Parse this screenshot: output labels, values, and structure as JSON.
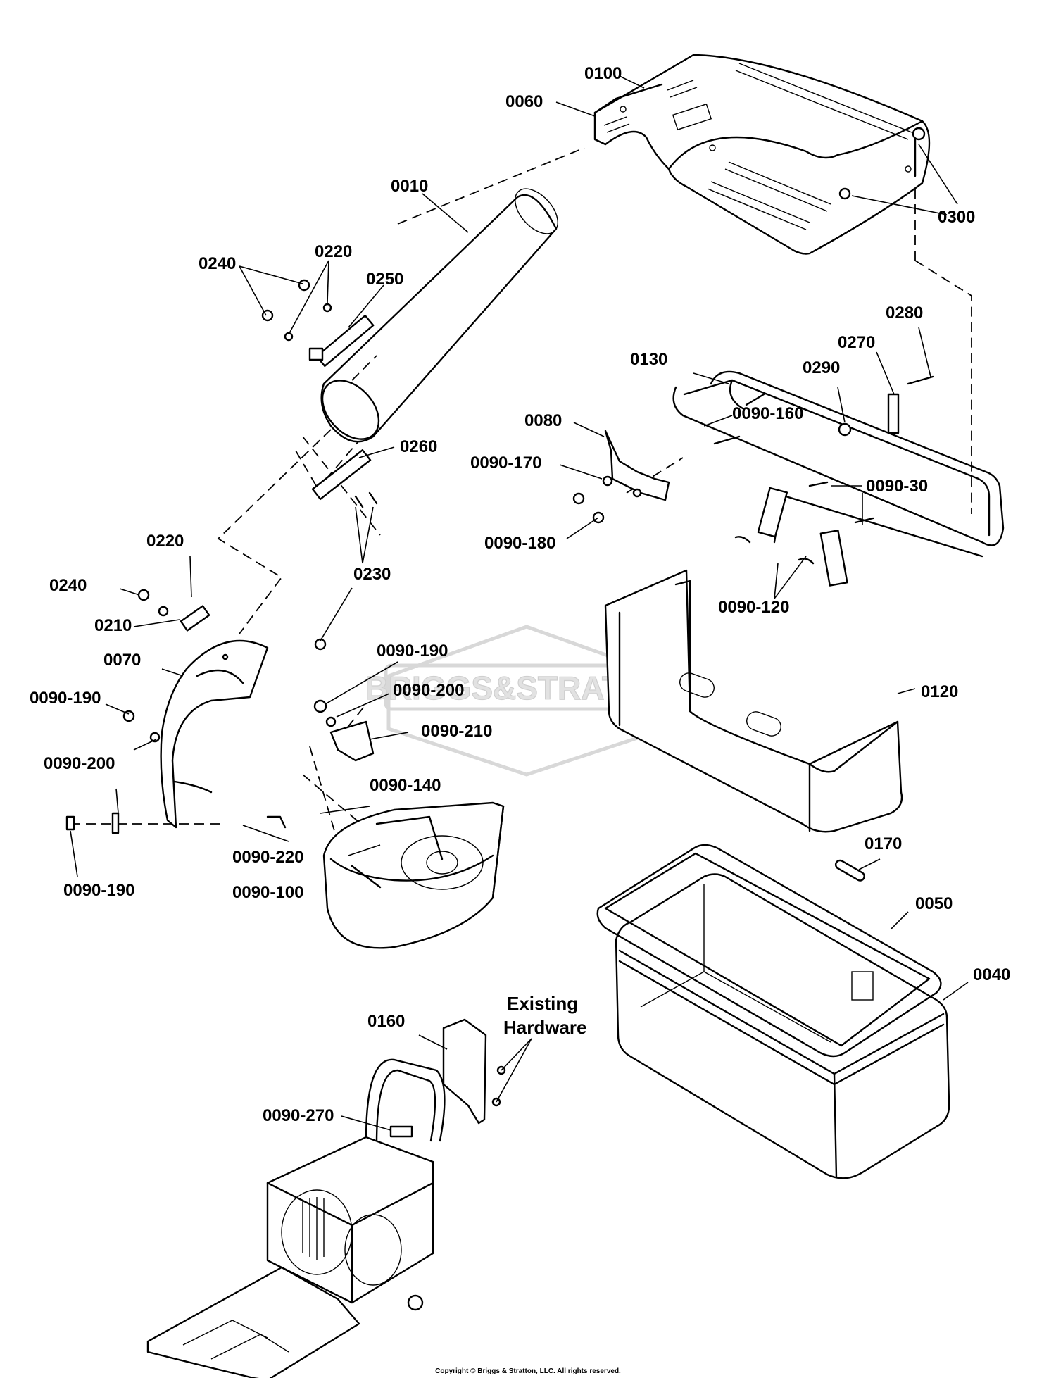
{
  "watermark": {
    "text": "BRIGGS&STRATTON"
  },
  "note": {
    "line1": "Existing",
    "line2": "Hardware"
  },
  "copyright": "Copyright © Briggs & Stratton, LLC. All rights reserved.",
  "labels": [
    {
      "id": "0100",
      "text": "0100"
    },
    {
      "id": "0060",
      "text": "0060"
    },
    {
      "id": "0010",
      "text": "0010"
    },
    {
      "id": "0300",
      "text": "0300"
    },
    {
      "id": "0240a",
      "text": "0240"
    },
    {
      "id": "0220a",
      "text": "0220"
    },
    {
      "id": "0250",
      "text": "0250"
    },
    {
      "id": "0280",
      "text": "0280"
    },
    {
      "id": "0270",
      "text": "0270"
    },
    {
      "id": "0130",
      "text": "0130"
    },
    {
      "id": "0290",
      "text": "0290"
    },
    {
      "id": "0080",
      "text": "0080"
    },
    {
      "id": "0090-160",
      "text": "0090-160"
    },
    {
      "id": "0260",
      "text": "0260"
    },
    {
      "id": "0090-170",
      "text": "0090-170"
    },
    {
      "id": "0090-30",
      "text": "0090-30"
    },
    {
      "id": "0090-180",
      "text": "0090-180"
    },
    {
      "id": "0220b",
      "text": "0220"
    },
    {
      "id": "0230",
      "text": "0230"
    },
    {
      "id": "0240b",
      "text": "0240"
    },
    {
      "id": "0090-120",
      "text": "0090-120"
    },
    {
      "id": "0210",
      "text": "0210"
    },
    {
      "id": "0090-190a",
      "text": "0090-190"
    },
    {
      "id": "0070",
      "text": "0070"
    },
    {
      "id": "0090-200a",
      "text": "0090-200"
    },
    {
      "id": "0120",
      "text": "0120"
    },
    {
      "id": "0090-190b",
      "text": "0090-190"
    },
    {
      "id": "0090-210",
      "text": "0090-210"
    },
    {
      "id": "0090-200b",
      "text": "0090-200"
    },
    {
      "id": "0090-140",
      "text": "0090-140"
    },
    {
      "id": "0090-220",
      "text": "0090-220"
    },
    {
      "id": "0170",
      "text": "0170"
    },
    {
      "id": "0090-190c",
      "text": "0090-190"
    },
    {
      "id": "0090-100",
      "text": "0090-100"
    },
    {
      "id": "0050",
      "text": "0050"
    },
    {
      "id": "0040",
      "text": "0040"
    },
    {
      "id": "0160",
      "text": "0160"
    },
    {
      "id": "0090-270",
      "text": "0090-270"
    }
  ]
}
